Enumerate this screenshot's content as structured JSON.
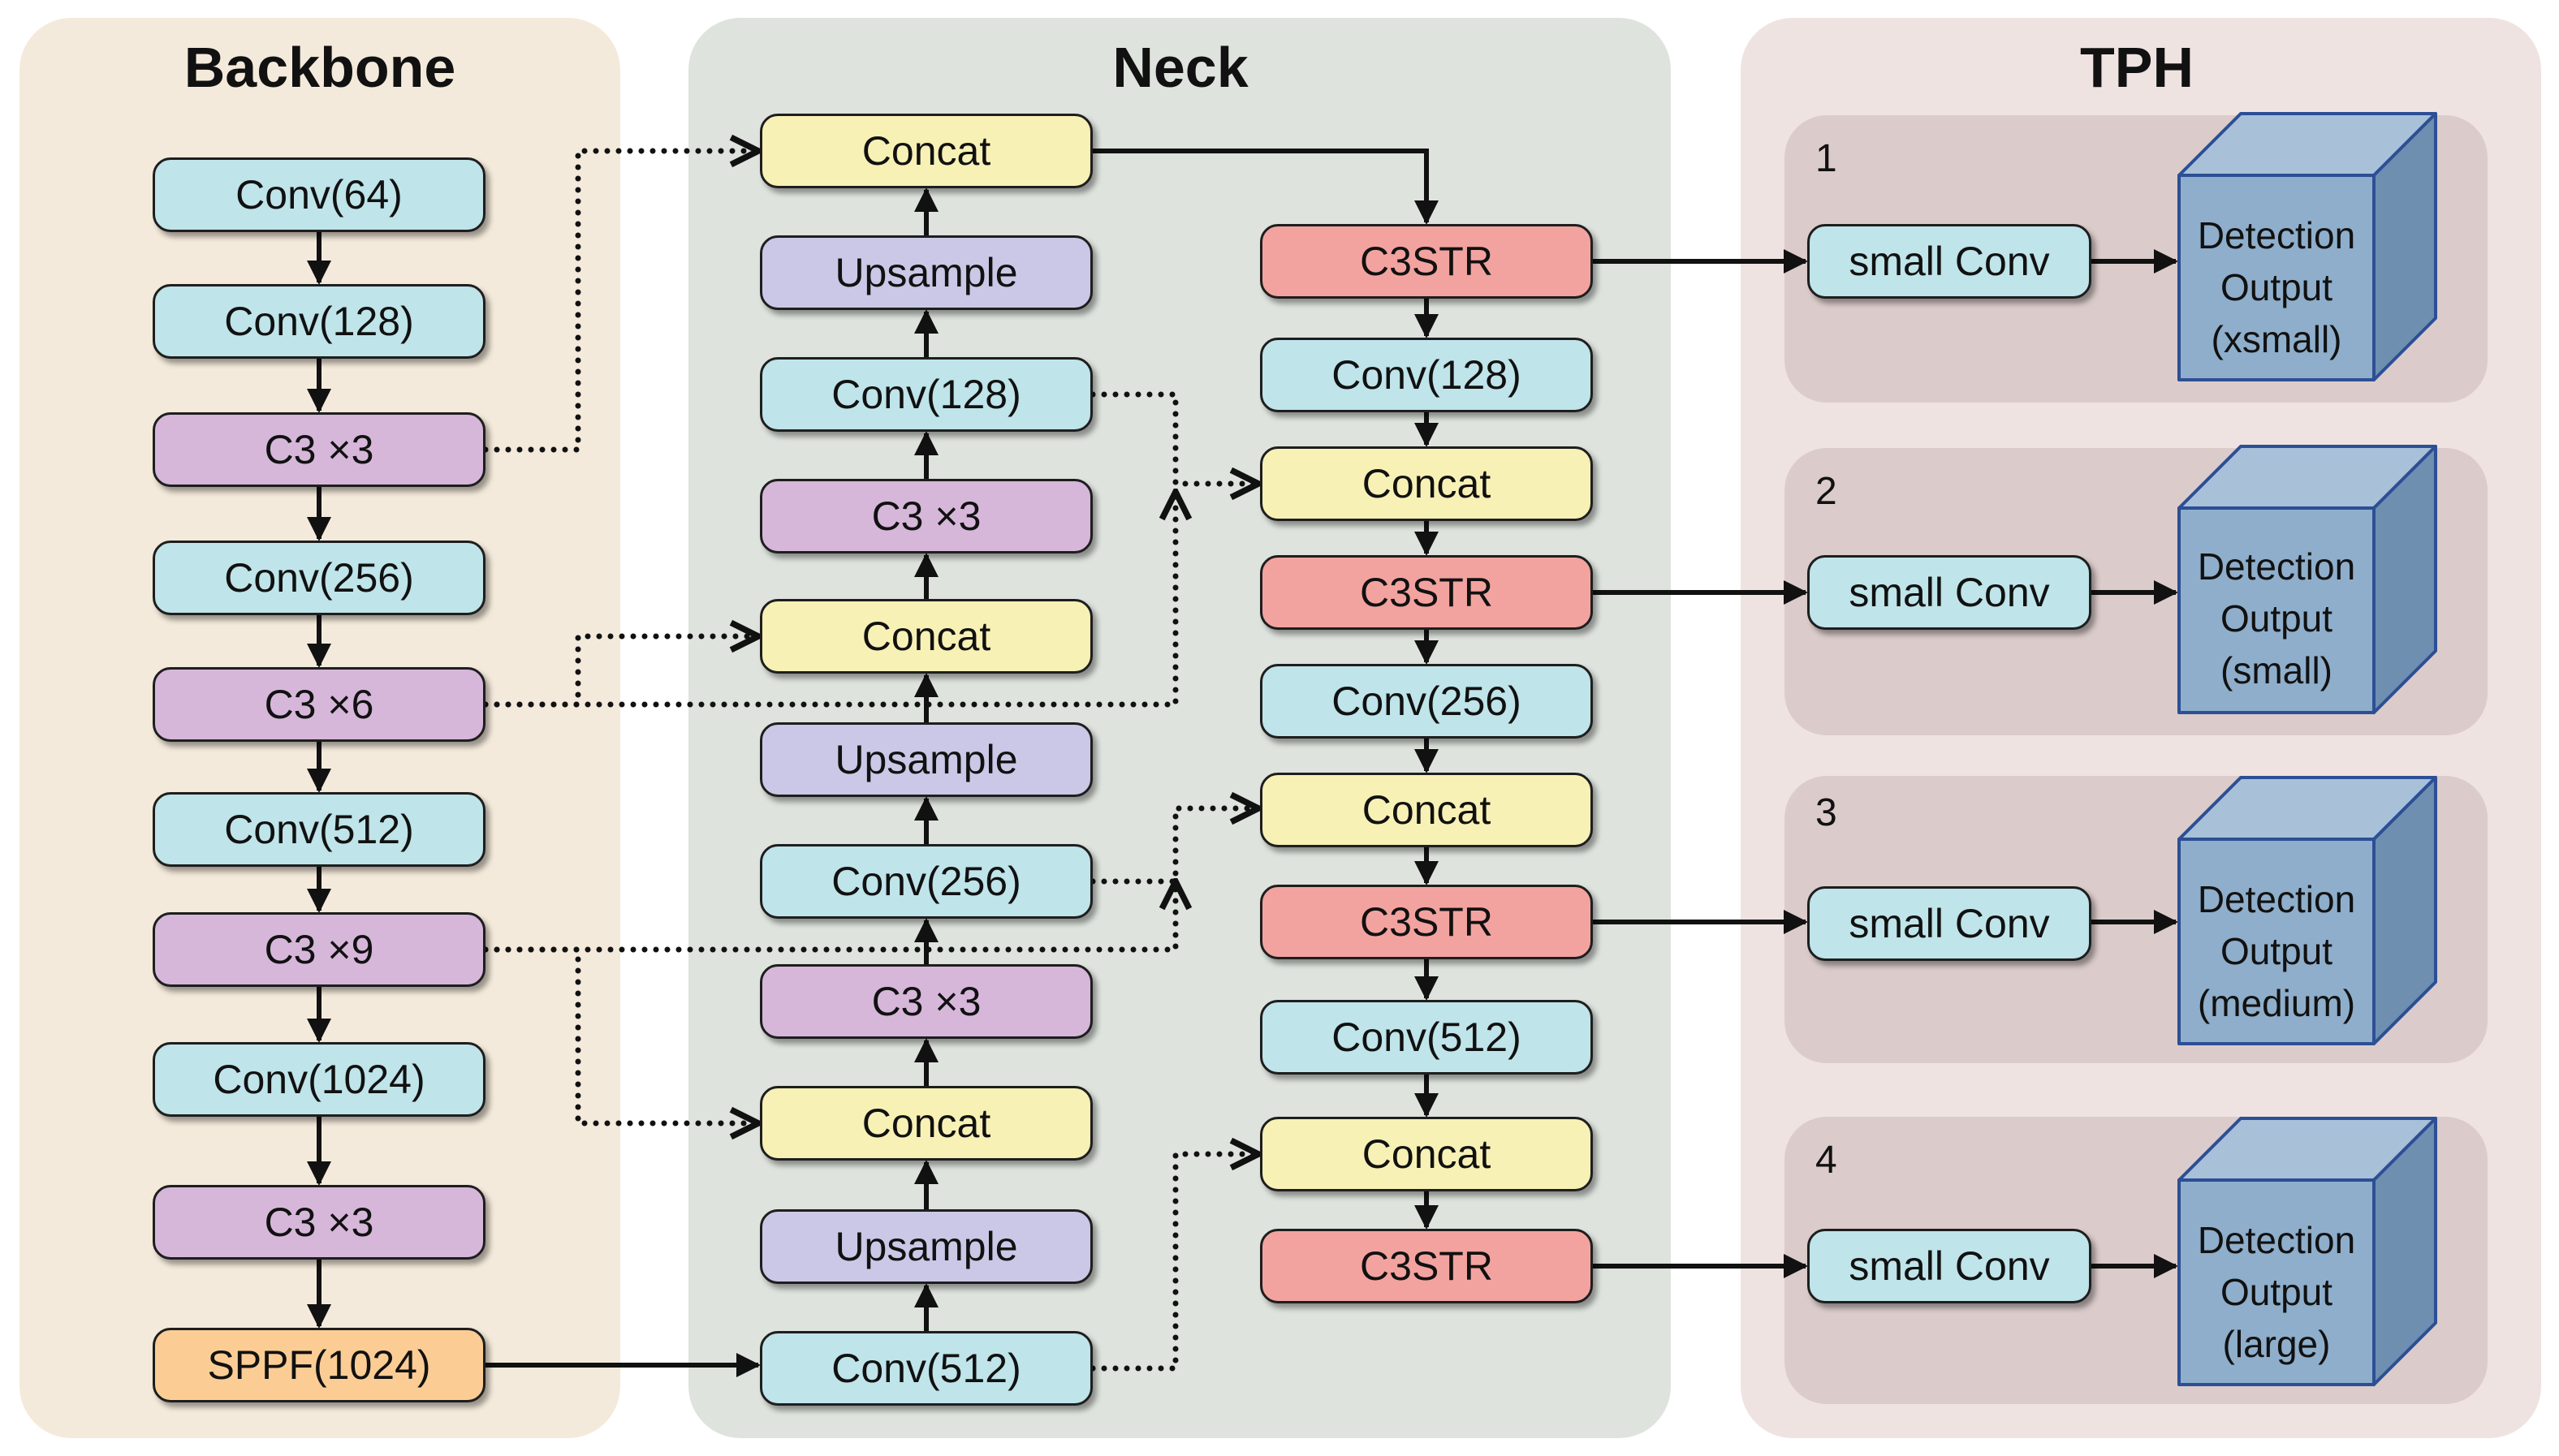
{
  "panels": {
    "backbone": "Backbone",
    "neck": "Neck",
    "tph": "TPH"
  },
  "backbone": [
    "Conv(64)",
    "Conv(128)",
    "C3 ×3",
    "Conv(256)",
    "C3 ×6",
    "Conv(512)",
    "C3 ×9",
    "Conv(1024)",
    "C3 ×3",
    "SPPF(1024)"
  ],
  "neck_left": [
    "Concat",
    "Upsample",
    "Conv(128)",
    "C3 ×3",
    "Concat",
    "Upsample",
    "Conv(256)",
    "C3 ×3",
    "Concat",
    "Upsample",
    "Conv(512)"
  ],
  "neck_right": [
    "C3STR",
    "Conv(128)",
    "Concat",
    "C3STR",
    "Conv(256)",
    "Concat",
    "C3STR",
    "Conv(512)",
    "Concat",
    "C3STR"
  ],
  "tph": [
    {
      "num": "1",
      "conv": "small Conv",
      "output": [
        "Detection",
        "Output",
        "(xsmall)"
      ]
    },
    {
      "num": "2",
      "conv": "small Conv",
      "output": [
        "Detection",
        "Output",
        "(small)"
      ]
    },
    {
      "num": "3",
      "conv": "small Conv",
      "output": [
        "Detection",
        "Output",
        "(medium)"
      ]
    },
    {
      "num": "4",
      "conv": "small Conv",
      "output": [
        "Detection",
        "Output",
        "(large)"
      ]
    }
  ],
  "colors": {
    "conv": "#bfe4ea",
    "c3": "#d6b7da",
    "upsample": "#cac8e6",
    "concat": "#f7f1b5",
    "c3str": "#f3a39f",
    "sppf": "#fbcd95",
    "cube": "#8eaecb"
  }
}
